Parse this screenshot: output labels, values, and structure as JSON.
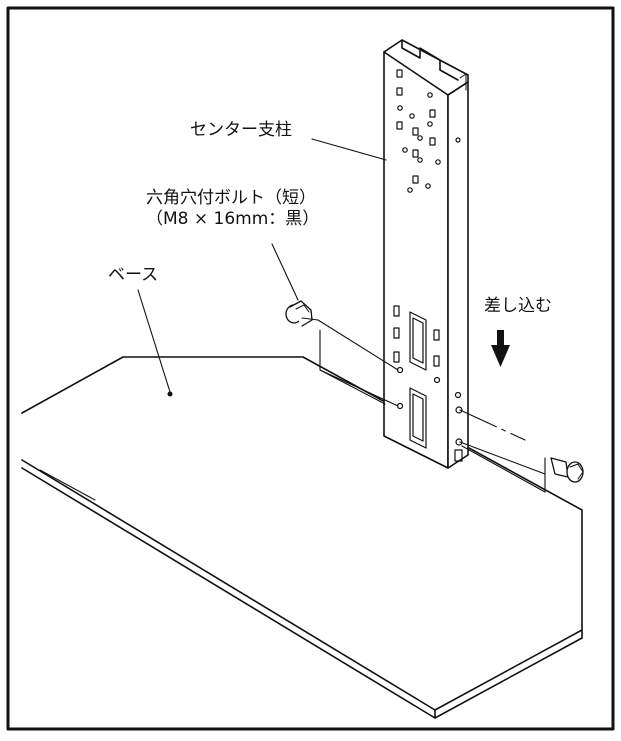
{
  "labels": {
    "center_post": "センター支柱",
    "bolt_line1": "六角穴付ボルト（短）",
    "bolt_line2": "（M8 × 16mm：黒）",
    "base": "ベース",
    "insert": "差し込む"
  },
  "icons": {
    "insert_direction": "arrow-down-icon"
  },
  "colors": {
    "line": "#111111",
    "background": "#ffffff"
  }
}
